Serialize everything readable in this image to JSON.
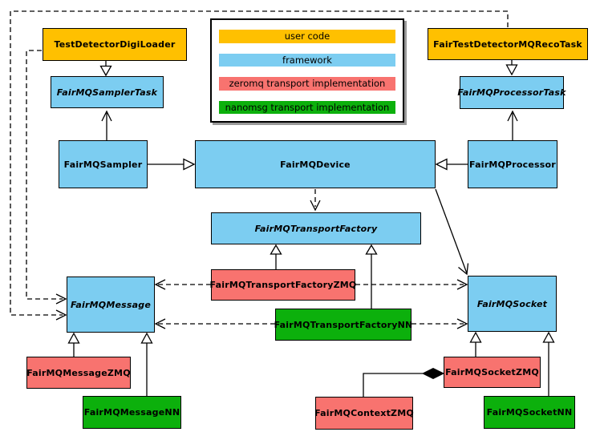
{
  "legend": {
    "items": [
      {
        "label": "user code",
        "color": "#FFC000"
      },
      {
        "label": "framework",
        "color": "#7CCDF1"
      },
      {
        "label": "zeromq transport implementation",
        "color": "#F8736F"
      },
      {
        "label": "nanomsg transport implementation",
        "color": "#0CB00C"
      }
    ]
  },
  "nodes": {
    "test_detector_digi_loader": {
      "label": "TestDetectorDigiLoader",
      "category": "user code",
      "color": "#FFC000"
    },
    "fair_test_detector_mq_reco_task": {
      "label": "FairTestDetectorMQRecoTask",
      "category": "user code",
      "color": "#FFC000"
    },
    "fair_mq_sampler_task": {
      "label": "FairMQSamplerTask",
      "category": "framework",
      "color": "#7CCDF1"
    },
    "fair_mq_processor_task": {
      "label": "FairMQProcessorTask",
      "category": "framework",
      "color": "#7CCDF1"
    },
    "fair_mq_sampler": {
      "label": "FairMQSampler",
      "category": "framework",
      "color": "#7CCDF1"
    },
    "fair_mq_device": {
      "label": "FairMQDevice",
      "category": "framework",
      "color": "#7CCDF1"
    },
    "fair_mq_processor": {
      "label": "FairMQProcessor",
      "category": "framework",
      "color": "#7CCDF1"
    },
    "fair_mq_transport_factory": {
      "label": "FairMQTransportFactory",
      "category": "framework",
      "color": "#7CCDF1"
    },
    "fair_mq_transport_factory_zmq": {
      "label": "FairMQTransportFactoryZMQ",
      "category": "zeromq",
      "color": "#F8736F"
    },
    "fair_mq_transport_factory_nn": {
      "label": "FairMQTransportFactoryNN",
      "category": "nanomsg",
      "color": "#0CB00C"
    },
    "fair_mq_message": {
      "label": "FairMQMessage",
      "category": "framework",
      "color": "#7CCDF1"
    },
    "fair_mq_socket": {
      "label": "FairMQSocket",
      "category": "framework",
      "color": "#7CCDF1"
    },
    "fair_mq_message_zmq": {
      "label": "FairMQMessageZMQ",
      "category": "zeromq",
      "color": "#F8736F"
    },
    "fair_mq_message_nn": {
      "label": "FairMQMessageNN",
      "category": "nanomsg",
      "color": "#0CB00C"
    },
    "fair_mq_context_zmq": {
      "label": "FairMQContextZMQ",
      "category": "zeromq",
      "color": "#F8736F"
    },
    "fair_mq_socket_zmq": {
      "label": "FairMQSocketZMQ",
      "category": "zeromq",
      "color": "#F8736F"
    },
    "fair_mq_socket_nn": {
      "label": "FairMQSocketNN",
      "category": "nanomsg",
      "color": "#0CB00C"
    }
  },
  "colors": {
    "connector": "#000000",
    "border": "#000000",
    "background": "#FFFFFF"
  }
}
